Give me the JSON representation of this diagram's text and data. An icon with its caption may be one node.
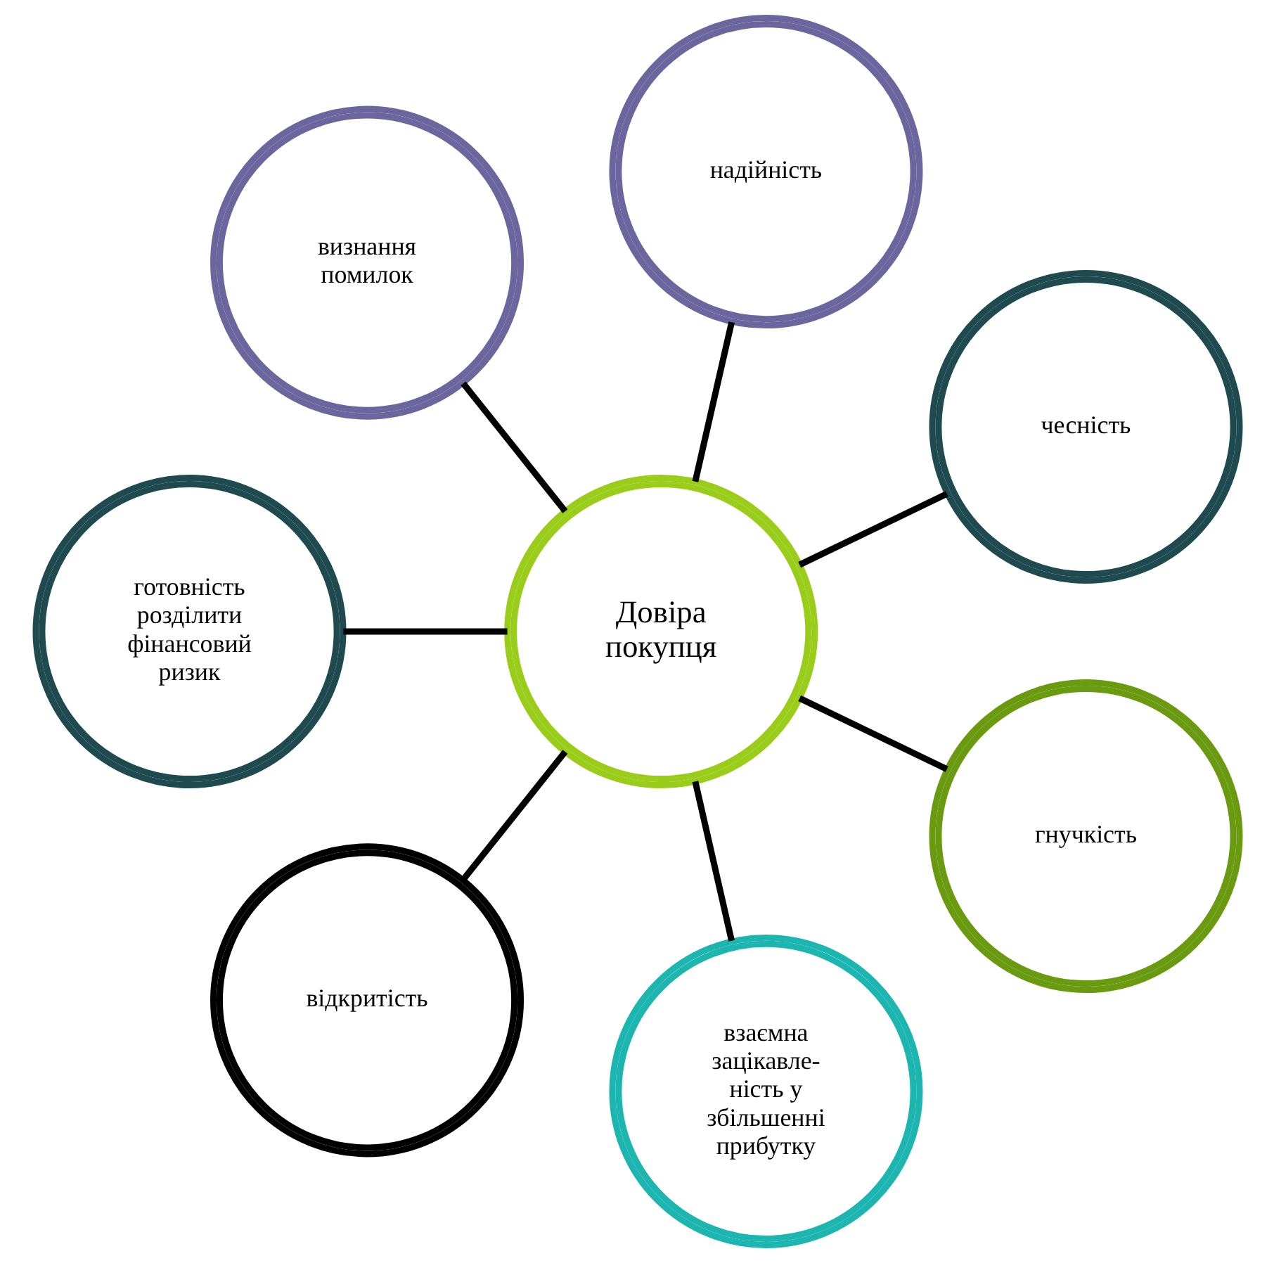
{
  "diagram": {
    "nodes": [
      {
        "text": [
          "чесність"
        ]
      },
      {
        "text": [
          "надійність"
        ]
      },
      {
        "text": [
          "визнання помилок"
        ]
      },
      {
        "text": [
          "Довіра покупця"
        ]
      },
      {
        "text": [
          "готовність розділити фінансовий ризик"
        ]
      },
      {
        "text": [
          "відкритість"
        ]
      },
      {
        "text": [
          "взаємна зацікавле- ність у збільшенні прибутку"
        ]
      },
      {
        "text": [
          "гнучкість"
        ]
      }
    ],
    "edges": [
      {
        "from": 3,
        "to": 0,
        "arrow": "none"
      },
      {
        "from": 3,
        "to": 2,
        "arrow": "none"
      },
      {
        "from": 3,
        "to": 5,
        "arrow": "none"
      },
      {
        "from": 3,
        "to": 7,
        "arrow": "none"
      },
      {
        "from": 3,
        "to": 6,
        "arrow": "none"
      },
      {
        "from": 3,
        "to": 4,
        "arrow": "none"
      },
      {
        "from": 3,
        "to": 1,
        "arrow": "none"
      }
    ]
  }
}
